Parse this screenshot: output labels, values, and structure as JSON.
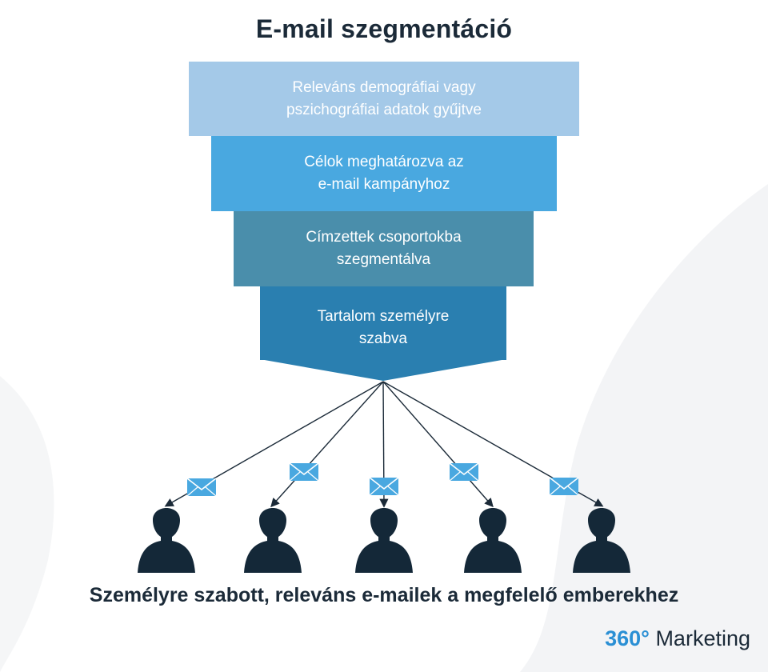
{
  "title": "E-mail szegmentáció",
  "funnel": [
    {
      "label": "Releváns demográfiai vagy\npszichográfiai adatok gyűjtve"
    },
    {
      "label": "Célok meghatározva az\ne-mail kampányhoz"
    },
    {
      "label": "Címzettek csoportokba\nszegmentálva"
    },
    {
      "label": "Tartalom személyre\nszabva"
    }
  ],
  "colors": {
    "tier1": "#a4c9e8",
    "tier2": "#49a8e0",
    "tier3": "#4a8eab",
    "tier4": "#2a7fb0",
    "envelope": "#49a8e0",
    "person": "#142838",
    "text": "#1b2a38",
    "brand_accent": "#2a8fd4"
  },
  "recipients": [
    {
      "icon": "person-icon"
    },
    {
      "icon": "person-icon"
    },
    {
      "icon": "person-icon"
    },
    {
      "icon": "person-icon"
    },
    {
      "icon": "person-icon"
    }
  ],
  "tagline": "Személyre szabott, releváns e-mailek a megfelelő emberekhez",
  "brand": {
    "number": "360°",
    "name": " Marketing"
  }
}
